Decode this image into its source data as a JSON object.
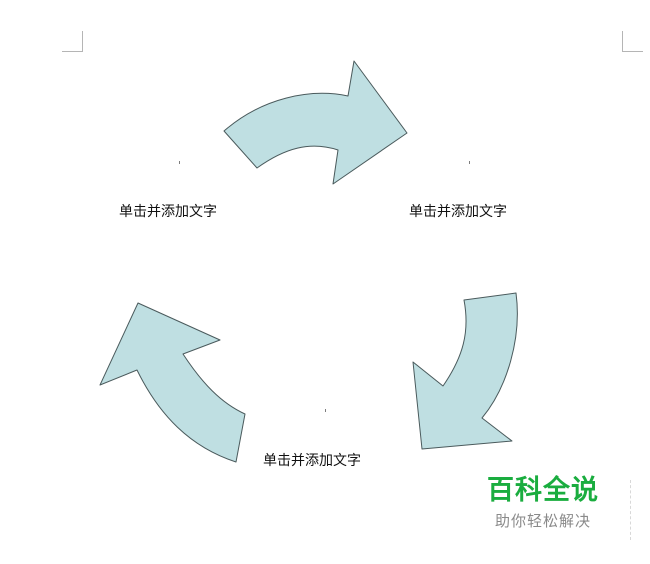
{
  "document": {
    "cycle_diagram": {
      "arrow_fill": "#bfdfe2",
      "arrow_stroke": "#4a5a5c",
      "nodes": [
        {
          "label": "单击并添加文字"
        },
        {
          "label": "单击并添加文字"
        },
        {
          "label": "单击并添加文字"
        }
      ]
    }
  },
  "watermark": {
    "title": "百科全说",
    "subtitle": "助你轻松解决",
    "title_color": "#1aad3f"
  }
}
